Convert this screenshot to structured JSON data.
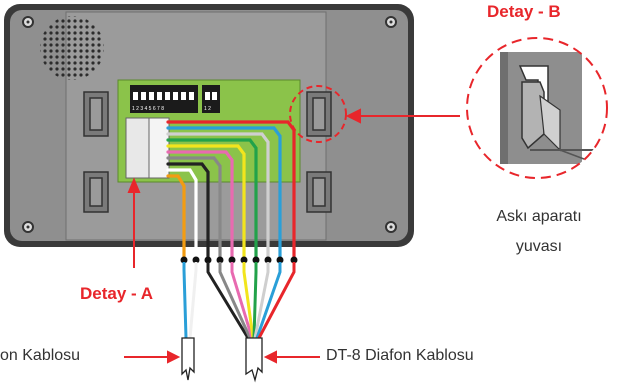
{
  "labels": {
    "detail_b": "Detay - B",
    "detail_a": "Detay - A",
    "hanger_line1": "Askı aparatı",
    "hanger_line2": "yuvası",
    "cable_left": "on Kablosu",
    "cable_right": "DT-8 Diafon Kablosu"
  },
  "dip_switch": {
    "bank1_numbers": "1 2 3 4 5 6 7 8",
    "bank2_numbers": "1 2"
  },
  "wire_colors": [
    "#f39c12",
    "#ffffff",
    "#222222",
    "#888888",
    "#e86ab0",
    "#f2e51d",
    "#22a24a",
    "#9e9e9e",
    "#2a9fd8",
    "#e8262b"
  ],
  "colors": {
    "accent_red": "#e8262b",
    "device_body": "#8f8f8f",
    "pcb_green": "#8bc34a"
  }
}
